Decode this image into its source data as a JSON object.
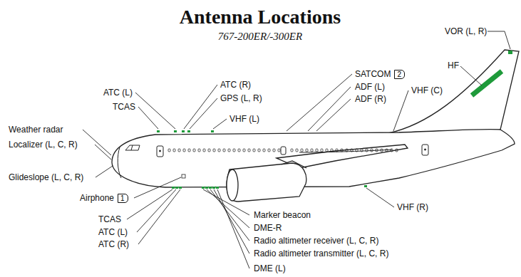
{
  "diagram": {
    "title": "Antenna Locations",
    "nodes": [
      {
        "text": [
          "2"
        ]
      },
      {
        "text": [
          "1"
        ]
      }
    ],
    "labels": [
      "767-200ER/-300ER",
      "VOR (L, R)",
      "HF",
      "SATCOM",
      "ADF (L)",
      "ADF (R)",
      "VHF (C)",
      "ATC (R)",
      "GPS (L, R)",
      "VHF (L)",
      "ATC (L)",
      "TCAS",
      "Weather radar",
      "Localizer (L, C, R)",
      "Glideslope (L, C, R)",
      "Airphone",
      "TCAS",
      "ATC (L)",
      "ATC (R)",
      "Marker beacon",
      "DME-R",
      "Radio altimeter receiver (L, C, R)",
      "Radio altimeter transmitter (L, C, R)",
      "DME (L)",
      "VHF (R)"
    ]
  }
}
